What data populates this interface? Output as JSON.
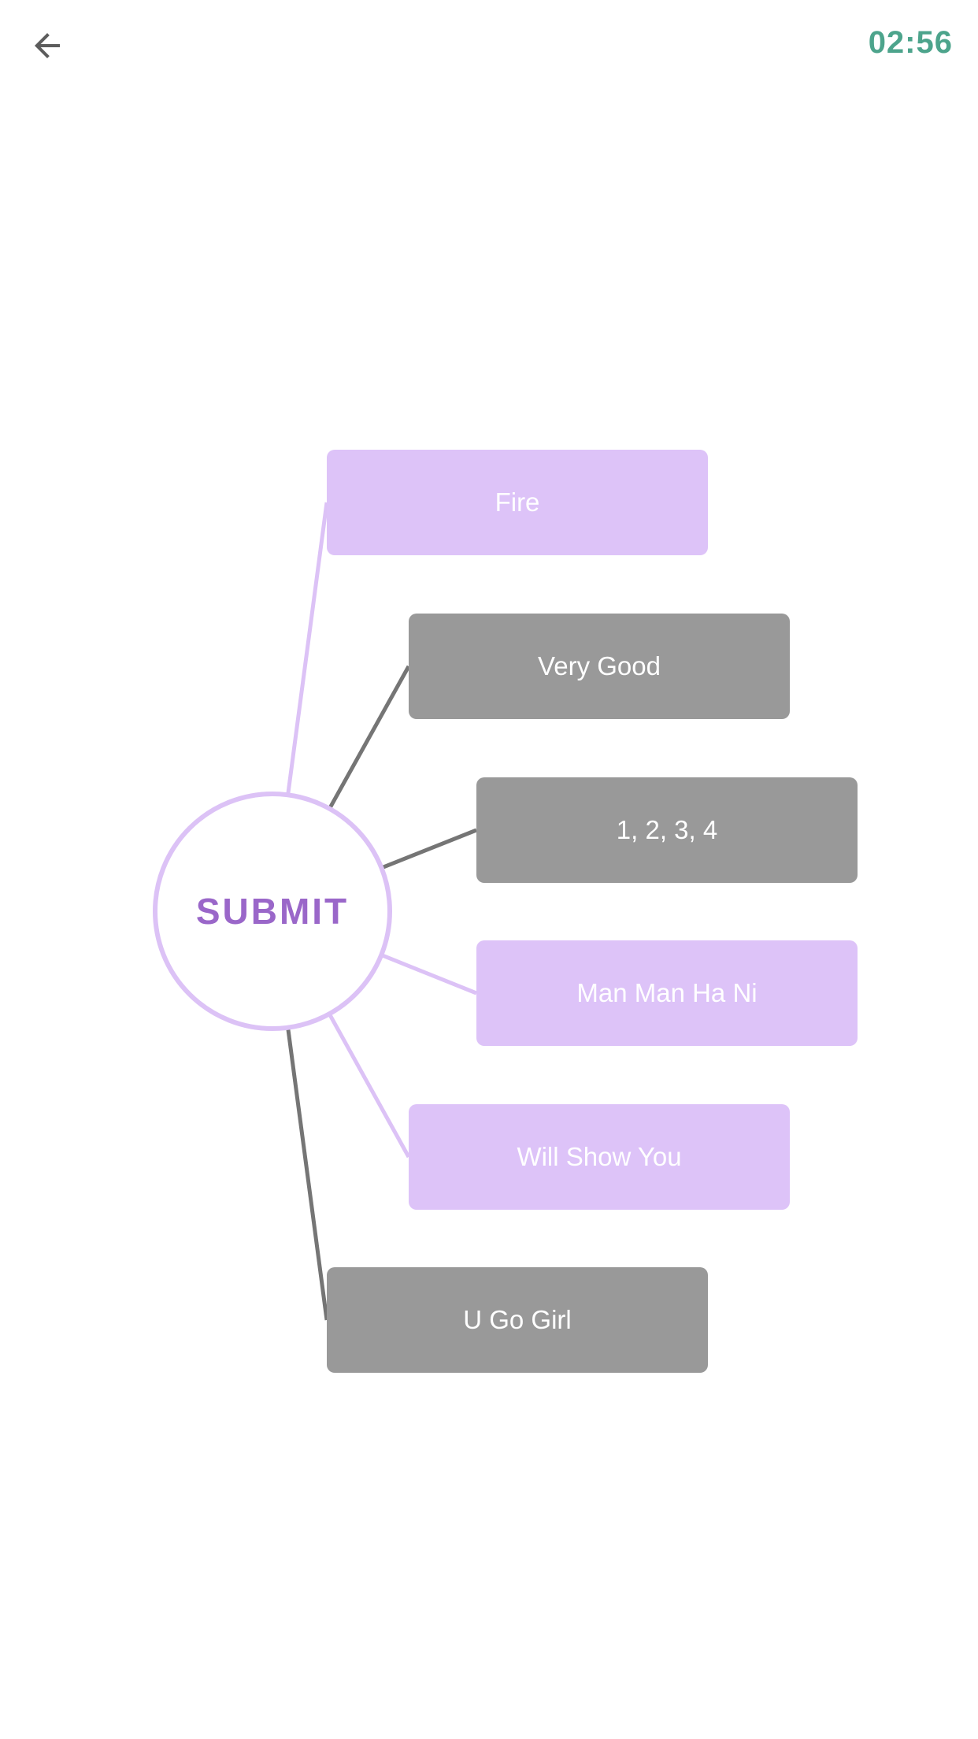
{
  "header": {
    "timer": "02:56",
    "timer_color": "#4da48c",
    "back_icon": "arrow-left-icon"
  },
  "mindmap": {
    "center_label": "SUBMIT",
    "center_text_color": "#9a67c9",
    "circle_border_color": "#dcc2f6",
    "highlight_color": "#ddc3f8",
    "dimmed_color": "#999999",
    "connector_purple": "#dcc2f6",
    "connector_gray": "#757575",
    "options": [
      {
        "label": "Fire",
        "state": "highlighted",
        "color": "#ddc3f8"
      },
      {
        "label": "Very Good",
        "state": "dimmed",
        "color": "#999999"
      },
      {
        "label": "1, 2, 3, 4",
        "state": "dimmed",
        "color": "#999999"
      },
      {
        "label": "Man Man Ha Ni",
        "state": "highlighted",
        "color": "#ddc3f8"
      },
      {
        "label": "Will Show You",
        "state": "highlighted",
        "color": "#ddc3f8"
      },
      {
        "label": "U Go Girl",
        "state": "dimmed",
        "color": "#999999"
      }
    ]
  }
}
